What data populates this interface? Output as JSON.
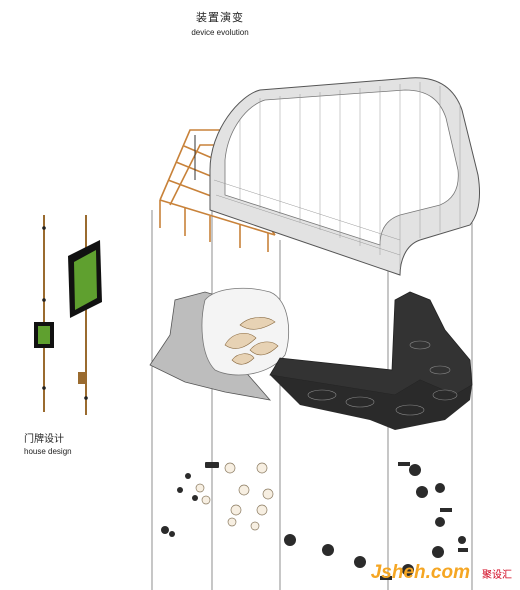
{
  "header": {
    "title_cn": "装置演变",
    "title_en": "device evolution"
  },
  "house_design": {
    "label_cn": "门牌设计",
    "label_en": "house design"
  },
  "watermark": {
    "latin": "Jsheh",
    "latin_suffix": ".com",
    "cn": "聚设汇",
    "color_latin": "#f5a623",
    "color_cn": "#d0021b"
  },
  "colors": {
    "screen": "#d9d9d9",
    "screen_edge": "#555555",
    "scaffold": "#c8823a",
    "floor_dark": "#333333",
    "floor_light": "#bdbdbd",
    "sign_green": "#5fa02f",
    "pole": "#9a6b2f"
  },
  "icons": [
    "sign-post-icon",
    "table-set-icon",
    "sculpture-icon"
  ]
}
